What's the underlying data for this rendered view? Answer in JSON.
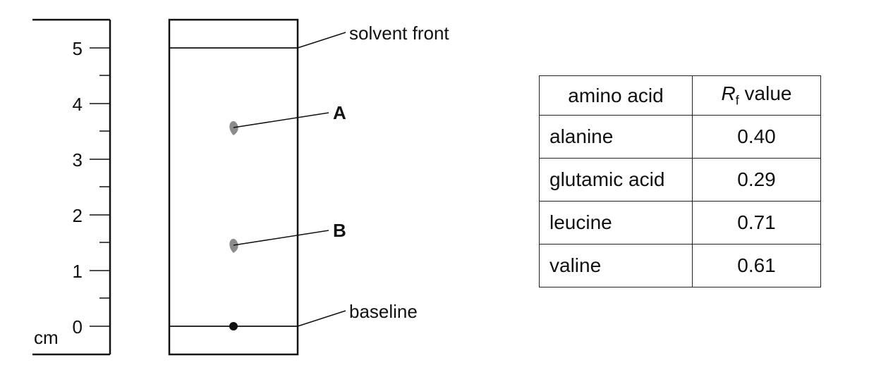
{
  "ruler": {
    "unit": "cm",
    "ticks": [
      "0",
      "1",
      "2",
      "3",
      "4",
      "5"
    ]
  },
  "plate": {
    "labels": {
      "solvent_front": "solvent front",
      "baseline": "baseline",
      "spot_a": "A",
      "spot_b": "B"
    },
    "distances_cm": {
      "solvent_front": 5,
      "spot_a": 3.5,
      "spot_b": 1.45,
      "baseline": 0
    }
  },
  "table": {
    "headers": {
      "col1": "amino acid",
      "col2_symbol": "R",
      "col2_sub": "f",
      "col2_text": "value"
    },
    "rows": [
      {
        "amino_acid": "alanine",
        "rf": "0.40"
      },
      {
        "amino_acid": "glutamic acid",
        "rf": "0.29"
      },
      {
        "amino_acid": "leucine",
        "rf": "0.71"
      },
      {
        "amino_acid": "valine",
        "rf": "0.61"
      }
    ]
  },
  "colors": {
    "line": "#111111",
    "spot": "#8c8c8c",
    "origin_dot": "#111111"
  }
}
